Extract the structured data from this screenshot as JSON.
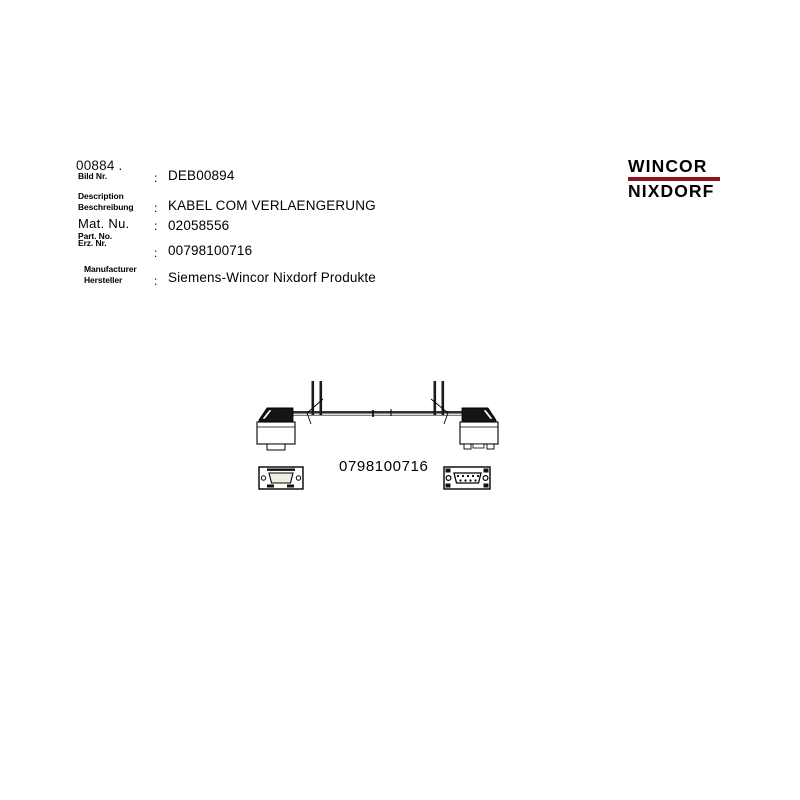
{
  "page": {
    "background_color": "#ffffff",
    "text_color": "#000000"
  },
  "clipped_image_id": "00884  .",
  "spec_sheet": {
    "rows": [
      {
        "key": "bild_nr",
        "label_en": "",
        "label_de": "Bild Nr.",
        "label_style": "small",
        "colon": ":",
        "value": "DEB00894"
      },
      {
        "key": "description",
        "label_en": "Description",
        "label_de": "Beschreibung",
        "label_style": "small",
        "colon": ":",
        "value": "KABEL COM VERLAENGERUNG"
      },
      {
        "key": "mat_nu",
        "label_en": "Mat.  Nu.",
        "label_de": "Part. No.",
        "label_style": "big",
        "colon": ":",
        "value": "02058556"
      },
      {
        "key": "erz_nr",
        "label_en": "",
        "label_de": "Erz. Nr.",
        "label_style": "small",
        "colon": ":",
        "value": "00798100716"
      },
      {
        "key": "manufacturer",
        "label_en": "Manufacturer",
        "label_de": "Hersteller",
        "label_style": "small",
        "colon": ":",
        "value": "Siemens-Wincor Nixdorf Produkte"
      }
    ]
  },
  "brand_logo": {
    "line1": "WINCOR",
    "line2": "NIXDORF",
    "rule_color": "#8c1420",
    "text_color": "#000000"
  },
  "drawing": {
    "title": "COM extension cable assembly",
    "part_caption": "0798100716",
    "line_color": "#000000",
    "fill_light": "#ffffff",
    "fill_dark": "#1a1a1a",
    "connector_left": {
      "name": "db9-female-face",
      "type": "D-Sub 9 socket"
    },
    "connector_right": {
      "name": "db9-male-face",
      "type": "D-Sub 9 plug"
    }
  }
}
